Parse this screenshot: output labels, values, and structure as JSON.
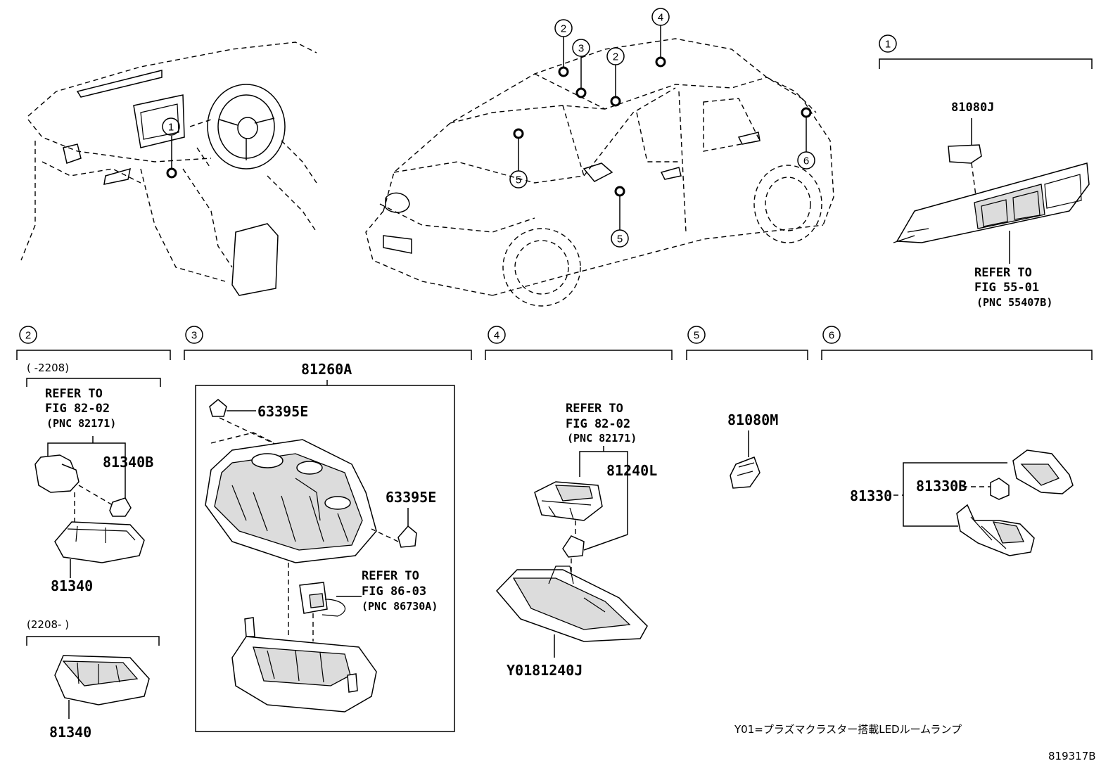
{
  "locators": {
    "dash": "1",
    "car_front_roof": "2",
    "car_center_map": "3",
    "car_center_roof": "2",
    "car_rear_roof": "4",
    "car_visor": "5",
    "car_door": "5",
    "car_hatch": "6"
  },
  "sections": {
    "s1": {
      "num": "1",
      "part": "81080J",
      "refer": "REFER TO",
      "fig": "FIG 55-01",
      "pnc": "(PNC 55407B)"
    },
    "s2": {
      "num": "2",
      "range_early": "(      -2208)",
      "refer": "REFER TO",
      "fig": "FIG 82-02",
      "pnc": "(PNC 82171)",
      "bulb": "81340B",
      "lamp_early": "81340",
      "range_late": "(2208-      )",
      "lamp_late": "81340"
    },
    "s3": {
      "num": "3",
      "assembly": "81260A",
      "screw_top": "63395E",
      "screw_right": "63395E",
      "refer": "REFER TO",
      "fig": "FIG 86-03",
      "pnc": "(PNC 86730A)"
    },
    "s4": {
      "num": "4",
      "refer": "REFER TO",
      "fig": "FIG 82-02",
      "pnc": "(PNC 82171)",
      "bulb": "81240L",
      "lamp": "Y0181240J"
    },
    "s5": {
      "num": "5",
      "part": "81080M"
    },
    "s6": {
      "num": "6",
      "assembly": "81330",
      "bulb": "81330B"
    }
  },
  "footnote": "Y01=プラズマクラスター搭載LEDルームランプ",
  "figure_id": "819317B"
}
